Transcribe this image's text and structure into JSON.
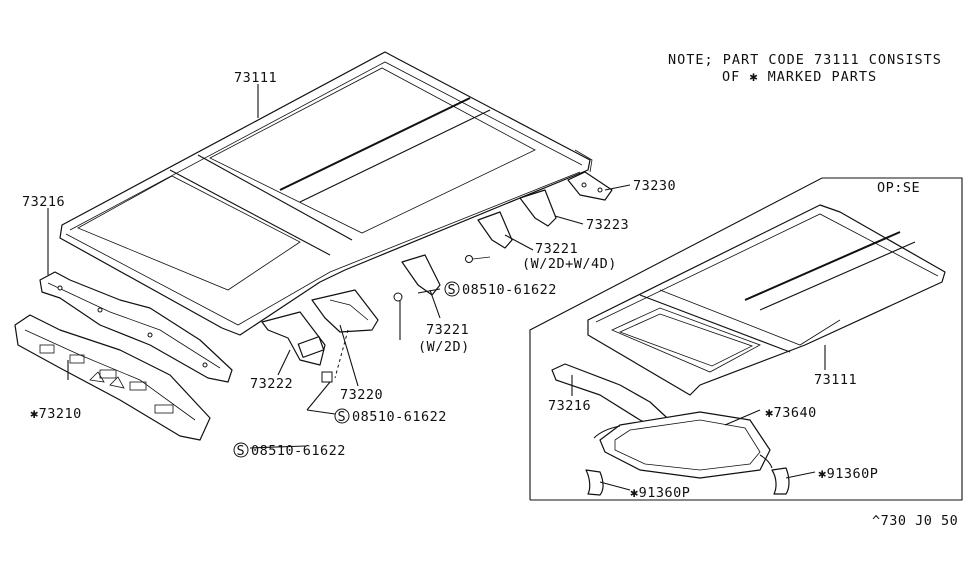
{
  "note": {
    "line1": "NOTE; PART CODE 73111  CONSISTS",
    "line2": "OF  ✱ MARKED PARTS"
  },
  "inset": {
    "title": "OP:SE"
  },
  "labels": {
    "roof_main": "73111",
    "rail_front": "73216",
    "panel_front": "✱73210",
    "bow_73222": "73222",
    "bow_73220": "73220",
    "bracket_73230": "73230",
    "bow_73223": "73223",
    "bow_73221_a": "73221",
    "bow_73221_a_note": "(W/2D+W/4D)",
    "bow_73221_b": "73221",
    "bow_73221_b_note": "(W/2D)",
    "screw_1": "08510-61622",
    "screw_2": "08510-61622",
    "screw_3": "08510-61622",
    "inset_roof": "73111",
    "inset_rail": "73216",
    "inset_frame": "✱73640",
    "inset_drain_left": "✱91360P",
    "inset_drain_right": "✱91360P"
  },
  "screw_symbol": "S",
  "footer_code": "^730 J0 50"
}
